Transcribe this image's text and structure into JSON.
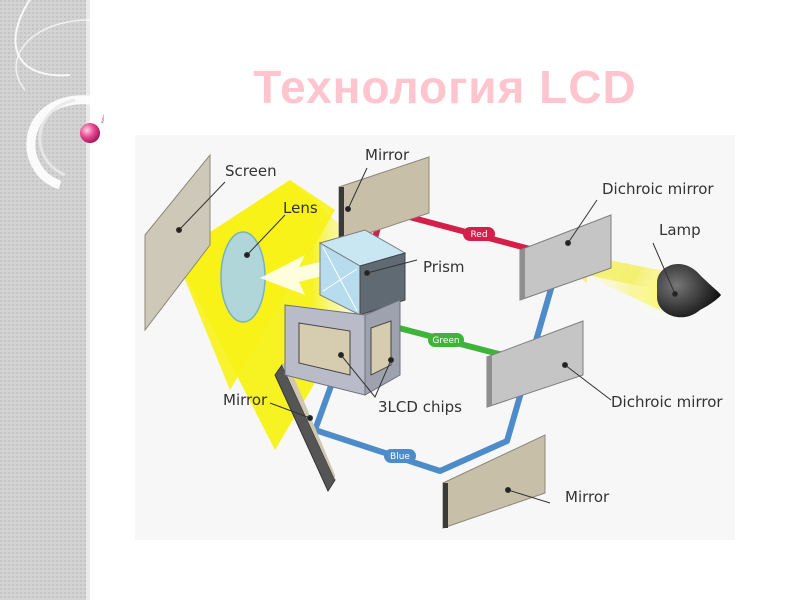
{
  "slide": {
    "title": "Технология LCD",
    "bullet_glyph": "ⅈ"
  },
  "colors": {
    "title": "#ffc5cf",
    "red_beam": "#d31f4a",
    "green_beam": "#3fb33a",
    "blue_beam": "#4d8cc8",
    "light_beam": "#f4ef1a",
    "sidebar": "#d9d9d9"
  },
  "diagram": {
    "labels": {
      "screen": "Screen",
      "lens": "Lens",
      "mirror_top": "Mirror",
      "dichroic_top": "Dichroic mirror",
      "lamp": "Lamp",
      "prism": "Prism",
      "dichroic_mid": "Dichroic mirror",
      "mirror_left": "Mirror",
      "lcd_chips": "3LCD chips",
      "mirror_bottom": "Mirror"
    },
    "beams": {
      "red": "Red",
      "green": "Green",
      "blue": "Blue"
    }
  }
}
